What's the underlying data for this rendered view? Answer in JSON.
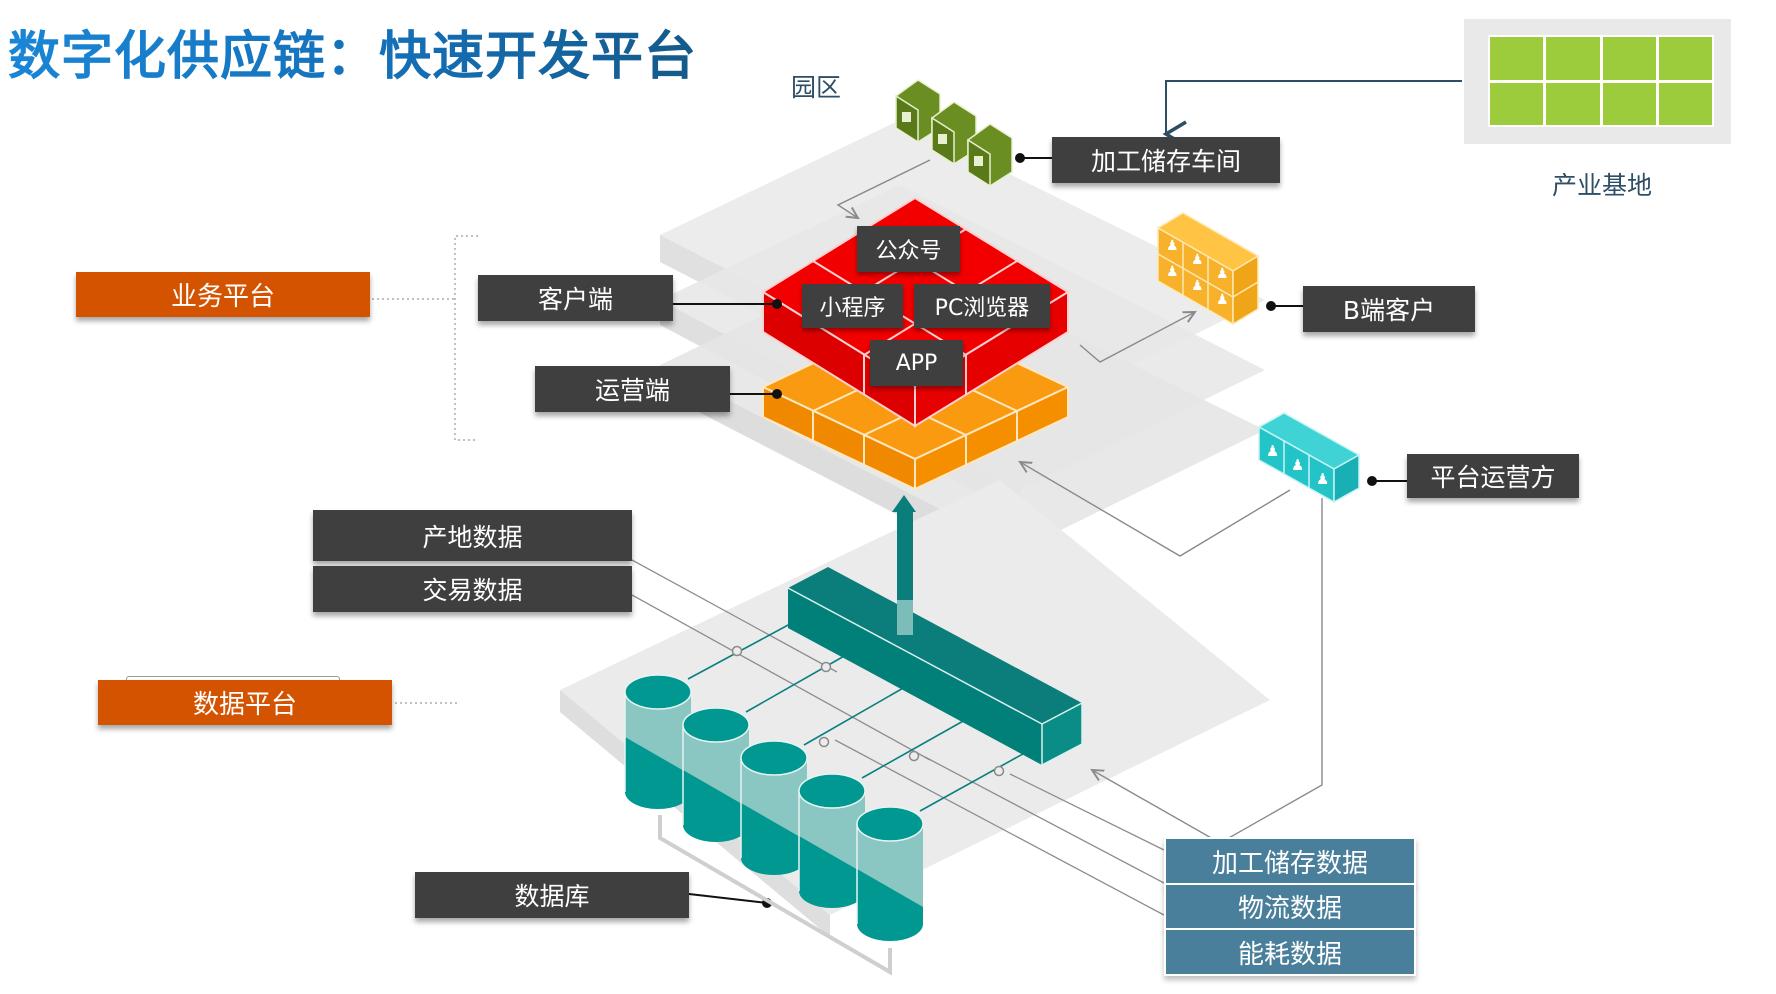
{
  "title": "数字化供应链：快速开发平台",
  "park": {
    "label": "园区",
    "workshop_label": "加工储存车间"
  },
  "industry_base": {
    "label": "产业基地",
    "color": "#9ccb3b"
  },
  "business_platform": {
    "label": "业务平台",
    "client_label": "客户端",
    "ops_label": "运营端",
    "channels": [
      "公众号",
      "小程序",
      "PC浏览器",
      "APP"
    ],
    "b_customer_label": "B端客户",
    "platform_operator_label": "平台运营方"
  },
  "data_platform": {
    "label": "数据平台",
    "origin_data_label": "产地数据",
    "trade_data_label": "交易数据",
    "database_label": "数据库",
    "right_data_labels": [
      "加工储存数据",
      "物流数据",
      "能耗数据"
    ]
  },
  "colors": {
    "title_blue": "#1470b8",
    "orange_label": "#d45300",
    "dark_label": "#3f3f3f",
    "steel_label": "#4a7f9b",
    "red_block": "#ee0000",
    "orange_block": "#f98c00",
    "yellow_block": "#f7b12a",
    "cyan_block": "#22c4c8",
    "green_house": "#6b8e23",
    "teal": "#008080"
  }
}
